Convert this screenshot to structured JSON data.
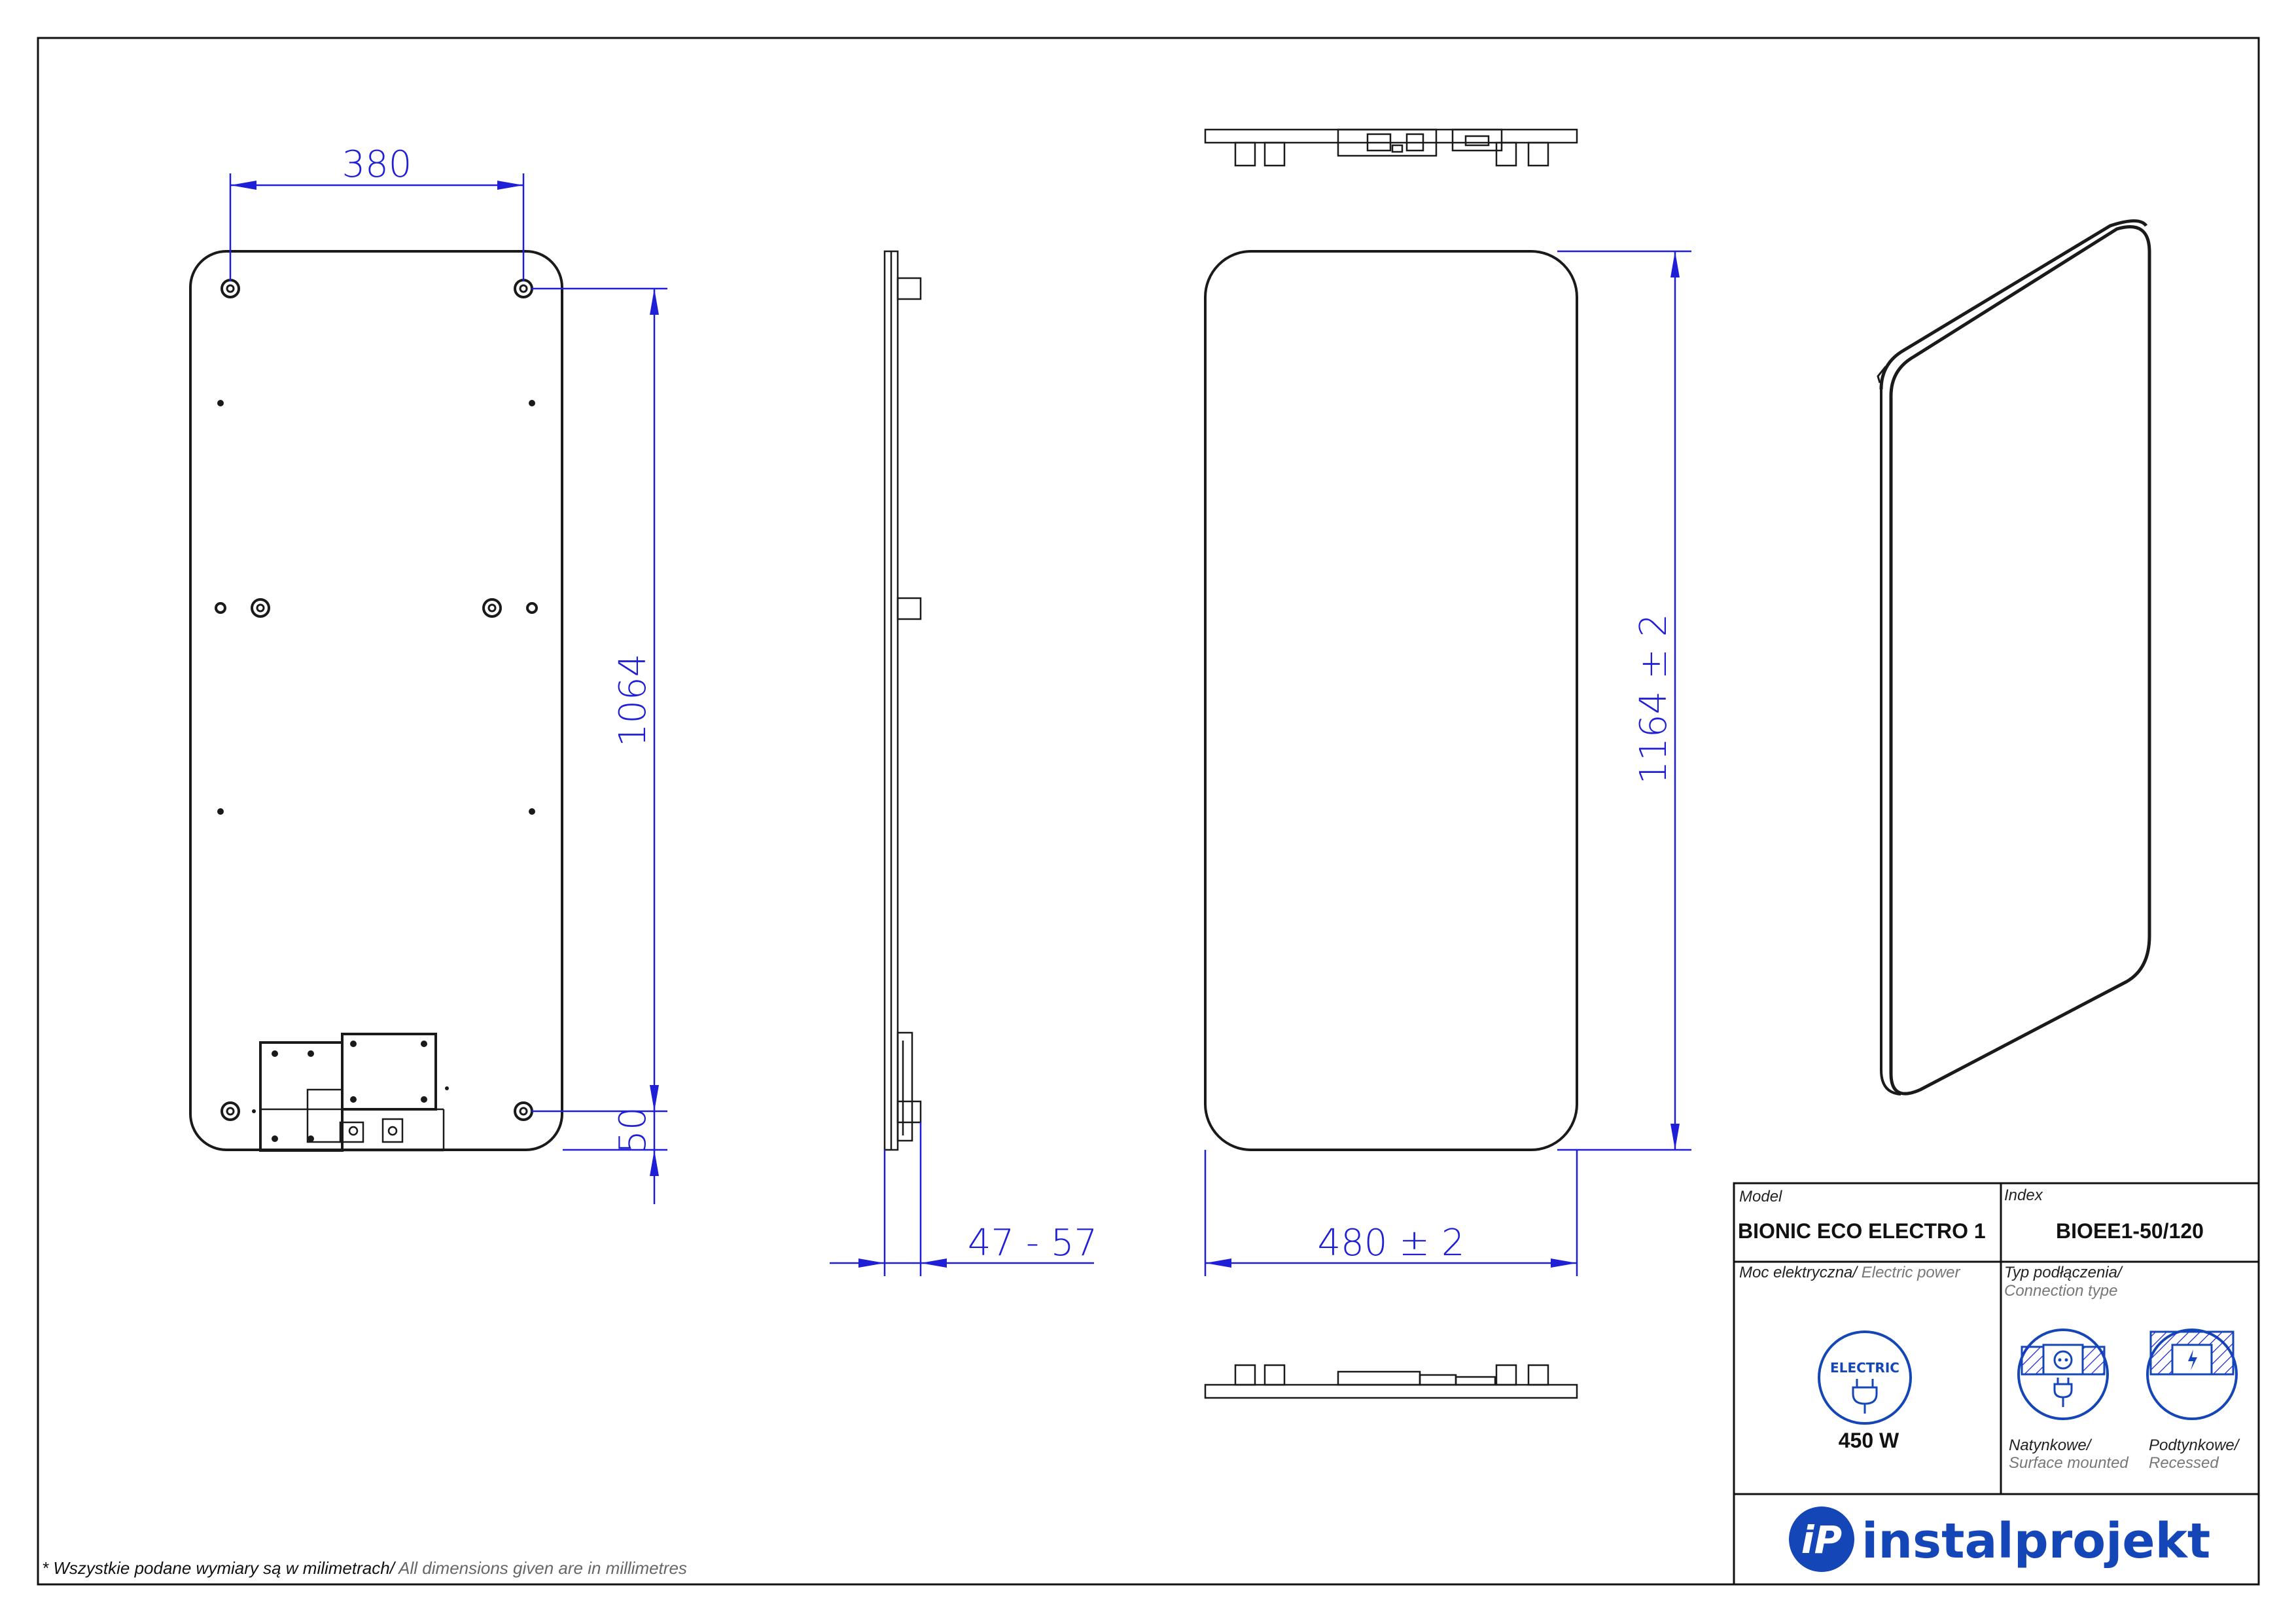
{
  "dimensions": {
    "front_width": "380",
    "front_height": "1064",
    "front_bottom_offset": "50",
    "side_depth": "47 - 57",
    "panel_height": "1164  ± 2",
    "panel_width": "480  ± 2"
  },
  "title_block": {
    "model_label": "Model",
    "model_value": "BIONIC ECO ELECTRO 1",
    "index_label": "Index",
    "index_value": "BIOEE1-50/120",
    "power_label_pl": "Moc elektryczna/",
    "power_label_en": " Electric power",
    "power_icon_text": "ELECTRIC",
    "power_value": "450 W",
    "connection_label_pl": "Typ podłączenia/",
    "connection_label_en": "Connection type",
    "surface_pl": "Natynkowe/",
    "surface_en": "Surface mounted",
    "recessed_pl": "Podtynkowe/",
    "recessed_en": "Recessed",
    "brand_name": "instalprojekt",
    "brand_logo_text": "iP"
  },
  "footnote": {
    "pl": "* Wszystkie podane wymiary są w milimetrach/",
    "en": " All dimensions given are in millimetres"
  },
  "colors": {
    "dimension_blue": "#1f1fd8",
    "brand_blue": "#1546b8",
    "ink": "#1a1a1a"
  },
  "icons": [
    "electric-plug-icon",
    "surface-socket-icon",
    "recessed-socket-icon",
    "instalprojekt-logo-icon"
  ]
}
